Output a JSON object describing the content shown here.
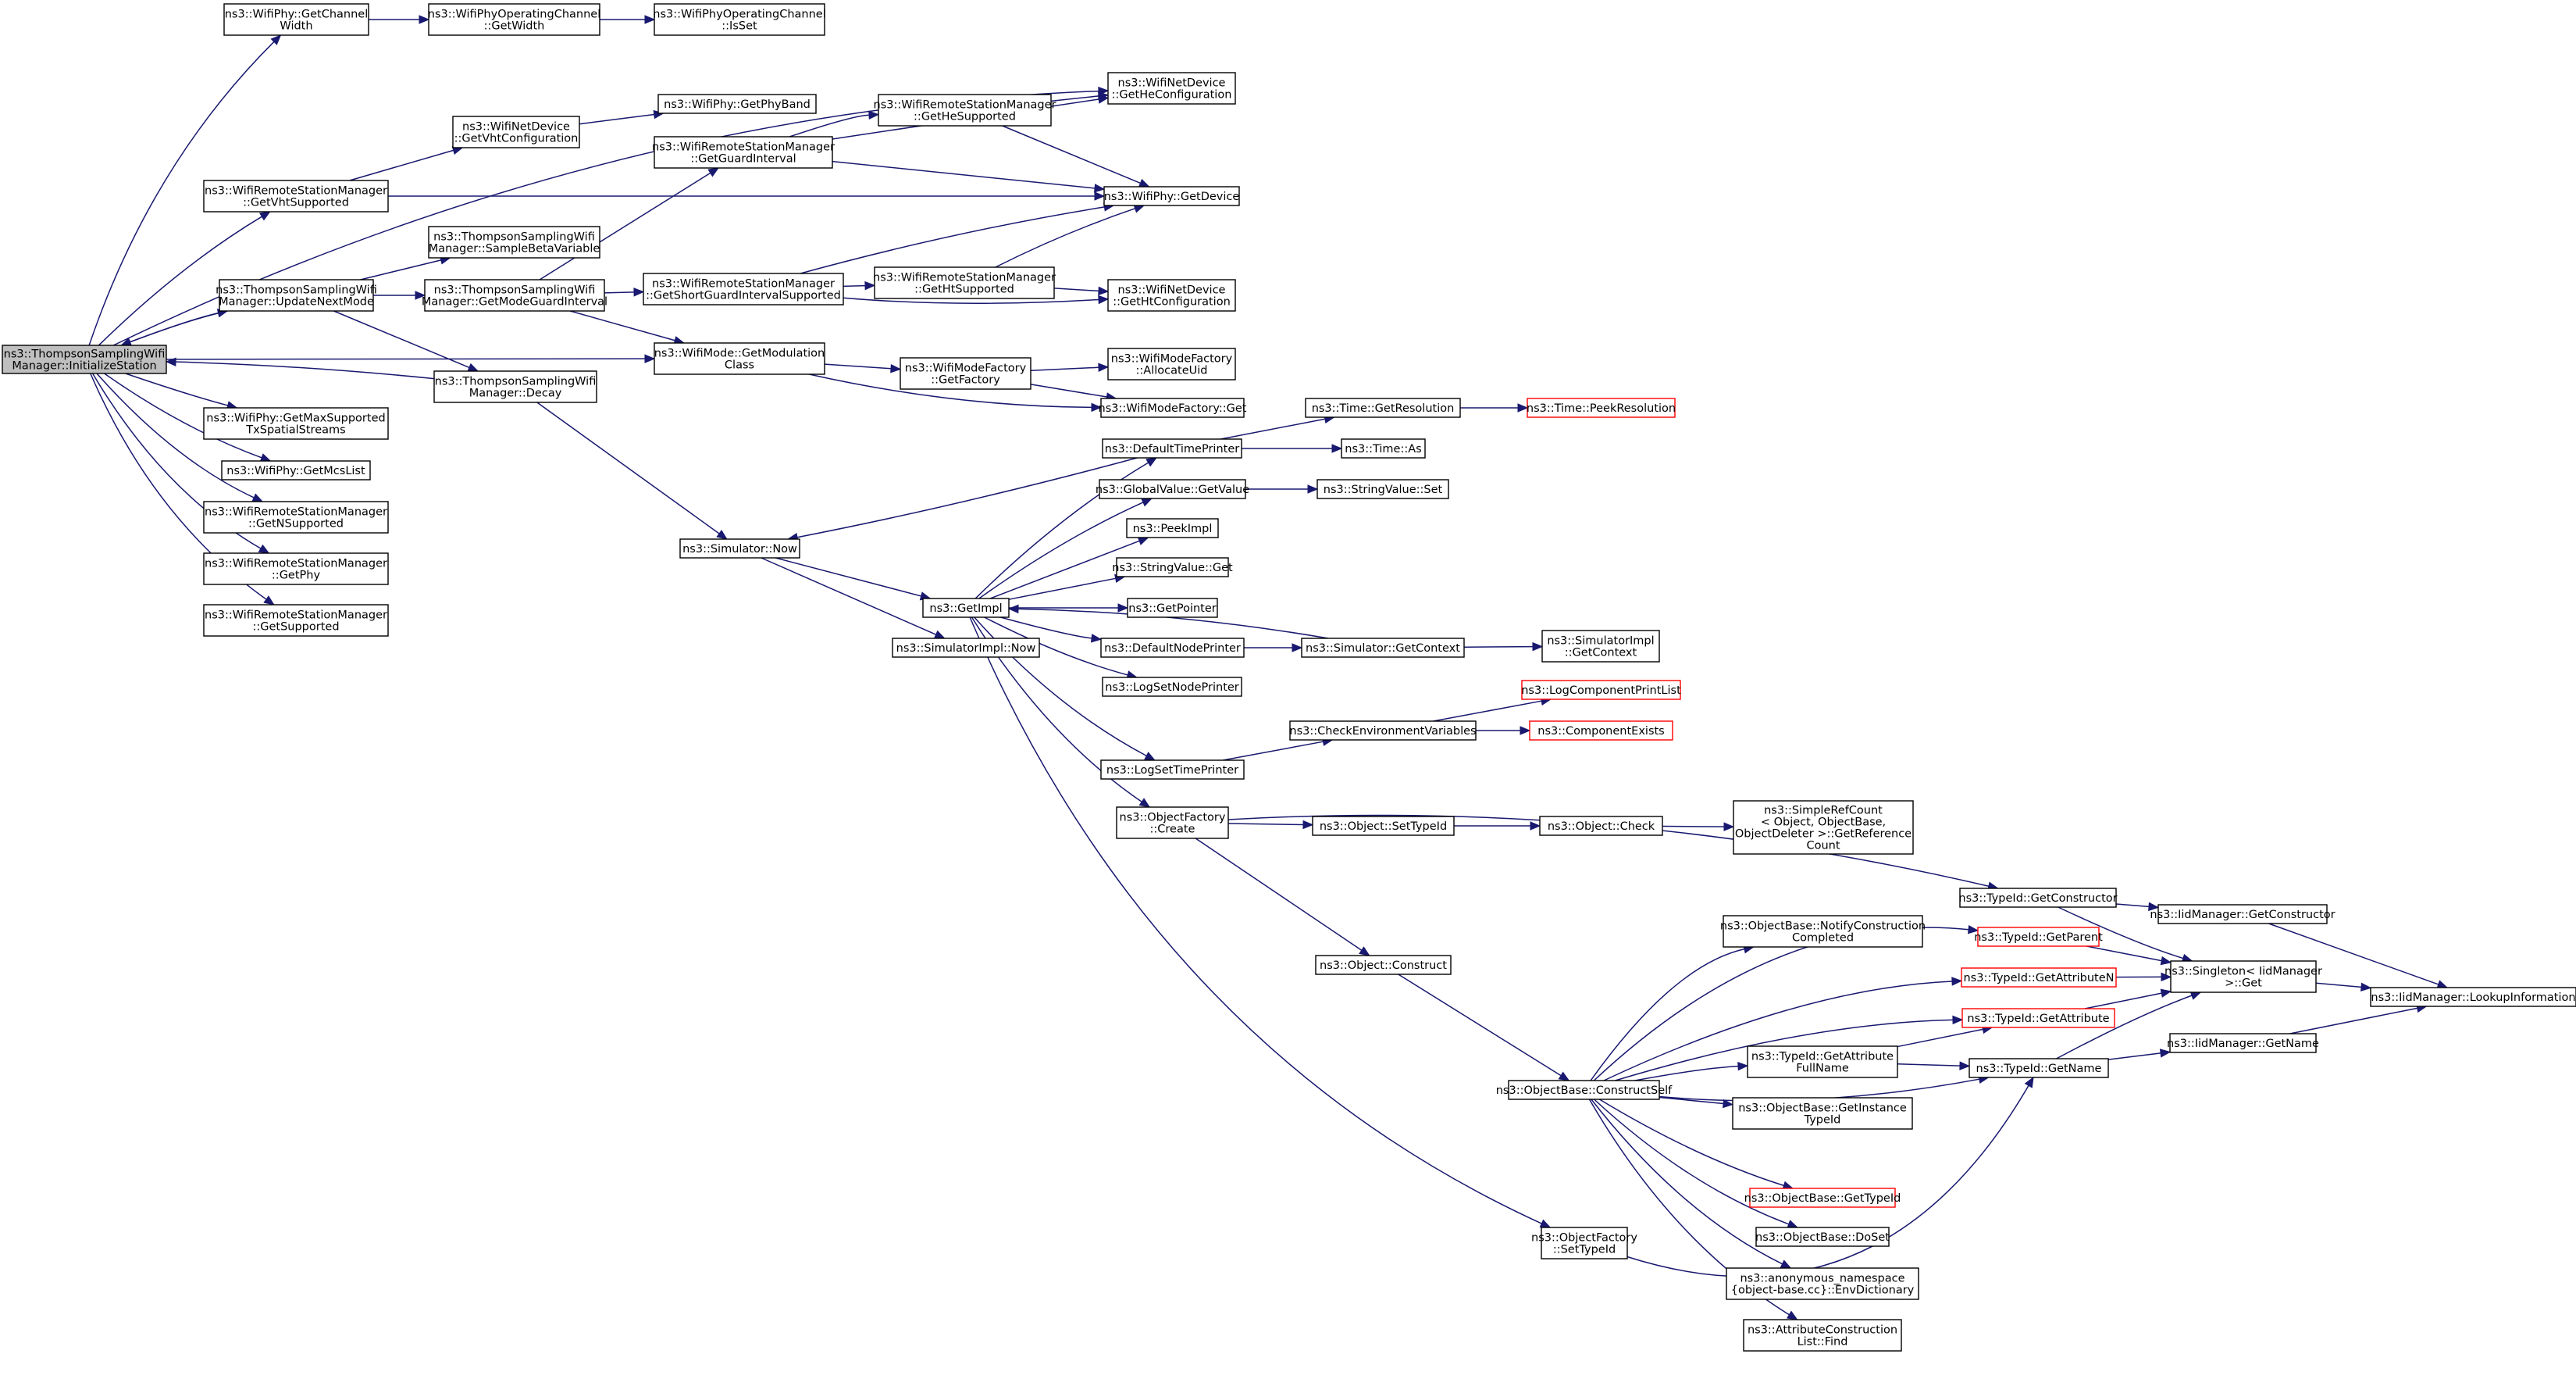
{
  "graph": {
    "nodes": [
      {
        "id": "n0",
        "label": [
          "ns3::ThompsonSamplingWifi",
          "Manager::InitializeStation"
        ],
        "style": "root"
      },
      {
        "id": "n1",
        "label": [
          "ns3::WifiPhy::GetChannel",
          "Width"
        ]
      },
      {
        "id": "n2",
        "label": [
          "ns3::WifiPhyOperatingChannel",
          "::GetWidth"
        ]
      },
      {
        "id": "n3",
        "label": [
          "ns3::WifiPhyOperatingChannel",
          "::IsSet"
        ]
      },
      {
        "id": "n4",
        "label": [
          "ns3::WifiNetDevice",
          "::GetVhtConfiguration"
        ]
      },
      {
        "id": "n5",
        "label": [
          "ns3::WifiPhy::GetPhyBand"
        ]
      },
      {
        "id": "n6",
        "label": [
          "ns3::WifiRemoteStationManager",
          "::GetHeSupported"
        ]
      },
      {
        "id": "n7",
        "label": [
          "ns3::WifiNetDevice",
          "::GetHeConfiguration"
        ]
      },
      {
        "id": "n8",
        "label": [
          "ns3::WifiRemoteStationManager",
          "::GetGuardInterval"
        ]
      },
      {
        "id": "n9",
        "label": [
          "ns3::WifiRemoteStationManager",
          "::GetVhtSupported"
        ]
      },
      {
        "id": "n10",
        "label": [
          "ns3::WifiPhy::GetDevice"
        ]
      },
      {
        "id": "n11",
        "label": [
          "ns3::ThompsonSamplingWifi",
          "Manager::SampleBetaVariable"
        ]
      },
      {
        "id": "n12",
        "label": [
          "ns3::ThompsonSamplingWifi",
          "Manager::UpdateNextMode"
        ]
      },
      {
        "id": "n13",
        "label": [
          "ns3::ThompsonSamplingWifi",
          "Manager::GetModeGuardInterval"
        ]
      },
      {
        "id": "n14",
        "label": [
          "ns3::WifiRemoteStationManager",
          "::GetShortGuardIntervalSupported"
        ]
      },
      {
        "id": "n15",
        "label": [
          "ns3::WifiRemoteStationManager",
          "::GetHtSupported"
        ]
      },
      {
        "id": "n16",
        "label": [
          "ns3::WifiNetDevice",
          "::GetHtConfiguration"
        ]
      },
      {
        "id": "n17",
        "label": [
          "ns3::WifiMode::GetModulation",
          "Class"
        ]
      },
      {
        "id": "n18",
        "label": [
          "ns3::WifiModeFactory",
          "::GetFactory"
        ]
      },
      {
        "id": "n19",
        "label": [
          "ns3::WifiModeFactory",
          "::AllocateUid"
        ]
      },
      {
        "id": "n20",
        "label": [
          "ns3::ThompsonSamplingWifi",
          "Manager::Decay"
        ]
      },
      {
        "id": "n21",
        "label": [
          "ns3::WifiModeFactory::Get"
        ]
      },
      {
        "id": "n22",
        "label": [
          "ns3::WifiPhy::GetMaxSupported",
          "TxSpatialStreams"
        ]
      },
      {
        "id": "n23",
        "label": [
          "ns3::WifiPhy::GetMcsList"
        ]
      },
      {
        "id": "n24",
        "label": [
          "ns3::WifiRemoteStationManager",
          "::GetNSupported"
        ]
      },
      {
        "id": "n25",
        "label": [
          "ns3::WifiRemoteStationManager",
          "::GetPhy"
        ]
      },
      {
        "id": "n26",
        "label": [
          "ns3::WifiRemoteStationManager",
          "::GetSupported"
        ]
      },
      {
        "id": "n27",
        "label": [
          "ns3::Time::GetResolution"
        ]
      },
      {
        "id": "n28",
        "label": [
          "ns3::Time::PeekResolution"
        ],
        "style": "red"
      },
      {
        "id": "n29",
        "label": [
          "ns3::DefaultTimePrinter"
        ]
      },
      {
        "id": "n30",
        "label": [
          "ns3::Time::As"
        ]
      },
      {
        "id": "n31",
        "label": [
          "ns3::GlobalValue::GetValue"
        ]
      },
      {
        "id": "n32",
        "label": [
          "ns3::StringValue::Set"
        ]
      },
      {
        "id": "n33",
        "label": [
          "ns3::PeekImpl"
        ]
      },
      {
        "id": "n34",
        "label": [
          "ns3::Simulator::Now"
        ]
      },
      {
        "id": "n35",
        "label": [
          "ns3::StringValue::Get"
        ]
      },
      {
        "id": "n36",
        "label": [
          "ns3::GetImpl"
        ]
      },
      {
        "id": "n37",
        "label": [
          "ns3::GetPointer"
        ]
      },
      {
        "id": "n38",
        "label": [
          "ns3::SimulatorImpl::Now"
        ]
      },
      {
        "id": "n39",
        "label": [
          "ns3::DefaultNodePrinter"
        ]
      },
      {
        "id": "n40",
        "label": [
          "ns3::Simulator::GetContext"
        ]
      },
      {
        "id": "n41",
        "label": [
          "ns3::SimulatorImpl",
          "::GetContext"
        ]
      },
      {
        "id": "n42",
        "label": [
          "ns3::LogSetNodePrinter"
        ]
      },
      {
        "id": "n43",
        "label": [
          "ns3::LogComponentPrintList"
        ],
        "style": "red"
      },
      {
        "id": "n44",
        "label": [
          "ns3::CheckEnvironmentVariables"
        ]
      },
      {
        "id": "n45",
        "label": [
          "ns3::ComponentExists"
        ],
        "style": "red"
      },
      {
        "id": "n46",
        "label": [
          "ns3::LogSetTimePrinter"
        ]
      },
      {
        "id": "n47",
        "label": [
          "ns3::ObjectFactory",
          "::Create"
        ]
      },
      {
        "id": "n48",
        "label": [
          "ns3::Object::SetTypeId"
        ]
      },
      {
        "id": "n49",
        "label": [
          "ns3::Object::Check"
        ]
      },
      {
        "id": "n50",
        "label": [
          "ns3::SimpleRefCount",
          "< Object, ObjectBase,",
          "ObjectDeleter >::GetReference",
          "Count"
        ]
      },
      {
        "id": "n51",
        "label": [
          "ns3::TypeId::GetConstructor"
        ]
      },
      {
        "id": "n52",
        "label": [
          "ns3::IidManager::GetConstructor"
        ]
      },
      {
        "id": "n53",
        "label": [
          "ns3::ObjectBase::NotifyConstruction",
          "Completed"
        ]
      },
      {
        "id": "n54",
        "label": [
          "ns3::TypeId::GetParent"
        ],
        "style": "red"
      },
      {
        "id": "n55",
        "label": [
          "ns3::Object::Construct"
        ]
      },
      {
        "id": "n56",
        "label": [
          "ns3::TypeId::GetAttributeN"
        ],
        "style": "red"
      },
      {
        "id": "n57",
        "label": [
          "ns3::Singleton< IidManager",
          ">::Get"
        ]
      },
      {
        "id": "n58",
        "label": [
          "ns3::IidManager::LookupInformation"
        ]
      },
      {
        "id": "n59",
        "label": [
          "ns3::TypeId::GetAttribute"
        ],
        "style": "red"
      },
      {
        "id": "n60",
        "label": [
          "ns3::IidManager::GetName"
        ]
      },
      {
        "id": "n61",
        "label": [
          "ns3::TypeId::GetAttribute",
          "FullName"
        ]
      },
      {
        "id": "n62",
        "label": [
          "ns3::TypeId::GetName"
        ]
      },
      {
        "id": "n63",
        "label": [
          "ns3::ObjectBase::ConstructSelf"
        ]
      },
      {
        "id": "n64",
        "label": [
          "ns3::ObjectBase::GetInstance",
          "TypeId"
        ]
      },
      {
        "id": "n65",
        "label": [
          "ns3::ObjectBase::GetTypeId"
        ],
        "style": "red"
      },
      {
        "id": "n66",
        "label": [
          "ns3::ObjectBase::DoSet"
        ]
      },
      {
        "id": "n67",
        "label": [
          "ns3::ObjectFactory",
          "::SetTypeId"
        ]
      },
      {
        "id": "n68",
        "label": [
          "ns3::anonymous_namespace",
          "{object-base.cc}::EnvDictionary"
        ]
      },
      {
        "id": "n69",
        "label": [
          "ns3::AttributeConstruction",
          "List::Find"
        ]
      }
    ],
    "edges": [
      [
        "n0",
        "n1"
      ],
      [
        "n1",
        "n2"
      ],
      [
        "n2",
        "n3"
      ],
      [
        "n0",
        "n7"
      ],
      [
        "n0",
        "n9"
      ],
      [
        "n9",
        "n4"
      ],
      [
        "n4",
        "n5"
      ],
      [
        "n9",
        "n10"
      ],
      [
        "n0",
        "n12"
      ],
      [
        "n12",
        "n0"
      ],
      [
        "n12",
        "n11"
      ],
      [
        "n12",
        "n13"
      ],
      [
        "n12",
        "n20"
      ],
      [
        "n13",
        "n8"
      ],
      [
        "n8",
        "n6"
      ],
      [
        "n6",
        "n7"
      ],
      [
        "n6",
        "n10"
      ],
      [
        "n8",
        "n10"
      ],
      [
        "n8",
        "n7"
      ],
      [
        "n13",
        "n14"
      ],
      [
        "n13",
        "n17"
      ],
      [
        "n14",
        "n15"
      ],
      [
        "n14",
        "n10"
      ],
      [
        "n14",
        "n16"
      ],
      [
        "n15",
        "n10"
      ],
      [
        "n15",
        "n16"
      ],
      [
        "n0",
        "n17"
      ],
      [
        "n17",
        "n18"
      ],
      [
        "n17",
        "n21"
      ],
      [
        "n18",
        "n19"
      ],
      [
        "n18",
        "n21"
      ],
      [
        "n20",
        "n0"
      ],
      [
        "n20",
        "n34"
      ],
      [
        "n0",
        "n22"
      ],
      [
        "n0",
        "n23"
      ],
      [
        "n0",
        "n24"
      ],
      [
        "n0",
        "n25"
      ],
      [
        "n0",
        "n26"
      ],
      [
        "n34",
        "n36"
      ],
      [
        "n34",
        "n38"
      ],
      [
        "n36",
        "n29"
      ],
      [
        "n29",
        "n34"
      ],
      [
        "n29",
        "n27"
      ],
      [
        "n29",
        "n30"
      ],
      [
        "n27",
        "n28"
      ],
      [
        "n36",
        "n31"
      ],
      [
        "n31",
        "n32"
      ],
      [
        "n36",
        "n33"
      ],
      [
        "n36",
        "n35"
      ],
      [
        "n36",
        "n37"
      ],
      [
        "n36",
        "n39"
      ],
      [
        "n39",
        "n40"
      ],
      [
        "n40",
        "n36"
      ],
      [
        "n40",
        "n41"
      ],
      [
        "n36",
        "n42"
      ],
      [
        "n36",
        "n46"
      ],
      [
        "n46",
        "n44"
      ],
      [
        "n44",
        "n43"
      ],
      [
        "n44",
        "n45"
      ],
      [
        "n36",
        "n47"
      ],
      [
        "n36",
        "n67"
      ],
      [
        "n47",
        "n48"
      ],
      [
        "n47",
        "n51"
      ],
      [
        "n47",
        "n55"
      ],
      [
        "n48",
        "n49"
      ],
      [
        "n49",
        "n50"
      ],
      [
        "n51",
        "n52"
      ],
      [
        "n51",
        "n57"
      ],
      [
        "n52",
        "n58"
      ],
      [
        "n55",
        "n63"
      ],
      [
        "n54",
        "n57"
      ],
      [
        "n56",
        "n57"
      ],
      [
        "n57",
        "n58"
      ],
      [
        "n59",
        "n57"
      ],
      [
        "n60",
        "n58"
      ],
      [
        "n61",
        "n59"
      ],
      [
        "n61",
        "n62"
      ],
      [
        "n62",
        "n57"
      ],
      [
        "n62",
        "n60"
      ],
      [
        "n63",
        "n53"
      ],
      [
        "n63",
        "n54"
      ],
      [
        "n63",
        "n56"
      ],
      [
        "n63",
        "n59"
      ],
      [
        "n63",
        "n61"
      ],
      [
        "n63",
        "n62"
      ],
      [
        "n63",
        "n64"
      ],
      [
        "n63",
        "n65"
      ],
      [
        "n63",
        "n66"
      ],
      [
        "n63",
        "n68"
      ],
      [
        "n63",
        "n69"
      ],
      [
        "n67",
        "n62"
      ]
    ]
  }
}
